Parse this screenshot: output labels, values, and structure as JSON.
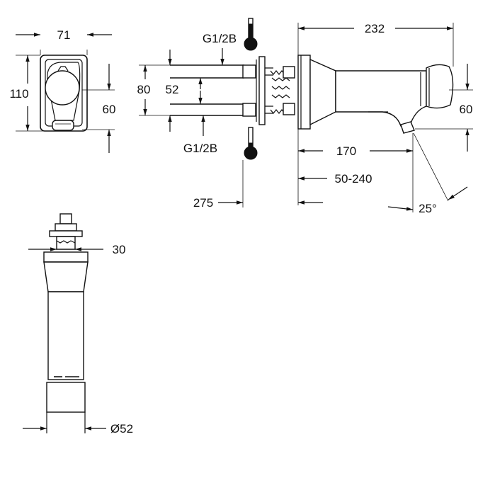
{
  "dimensions": {
    "front_width": "71",
    "front_height": "110",
    "front_inset": "60",
    "thread_top": "G1/2B",
    "thread_bottom": "G1/2B",
    "pipe_spacing_outer": "80",
    "pipe_spacing_inner": "52",
    "overall_length": "232",
    "body_height": "60",
    "spout_reach": "170",
    "adjust_range": "50-240",
    "pipe_length": "275",
    "spout_angle": "25°",
    "cartridge_width": "30",
    "cartridge_diameter": "Ø52"
  },
  "icons": {
    "hot_indicator": "thermometer-hot-icon",
    "cold_indicator": "thermometer-cold-icon"
  }
}
